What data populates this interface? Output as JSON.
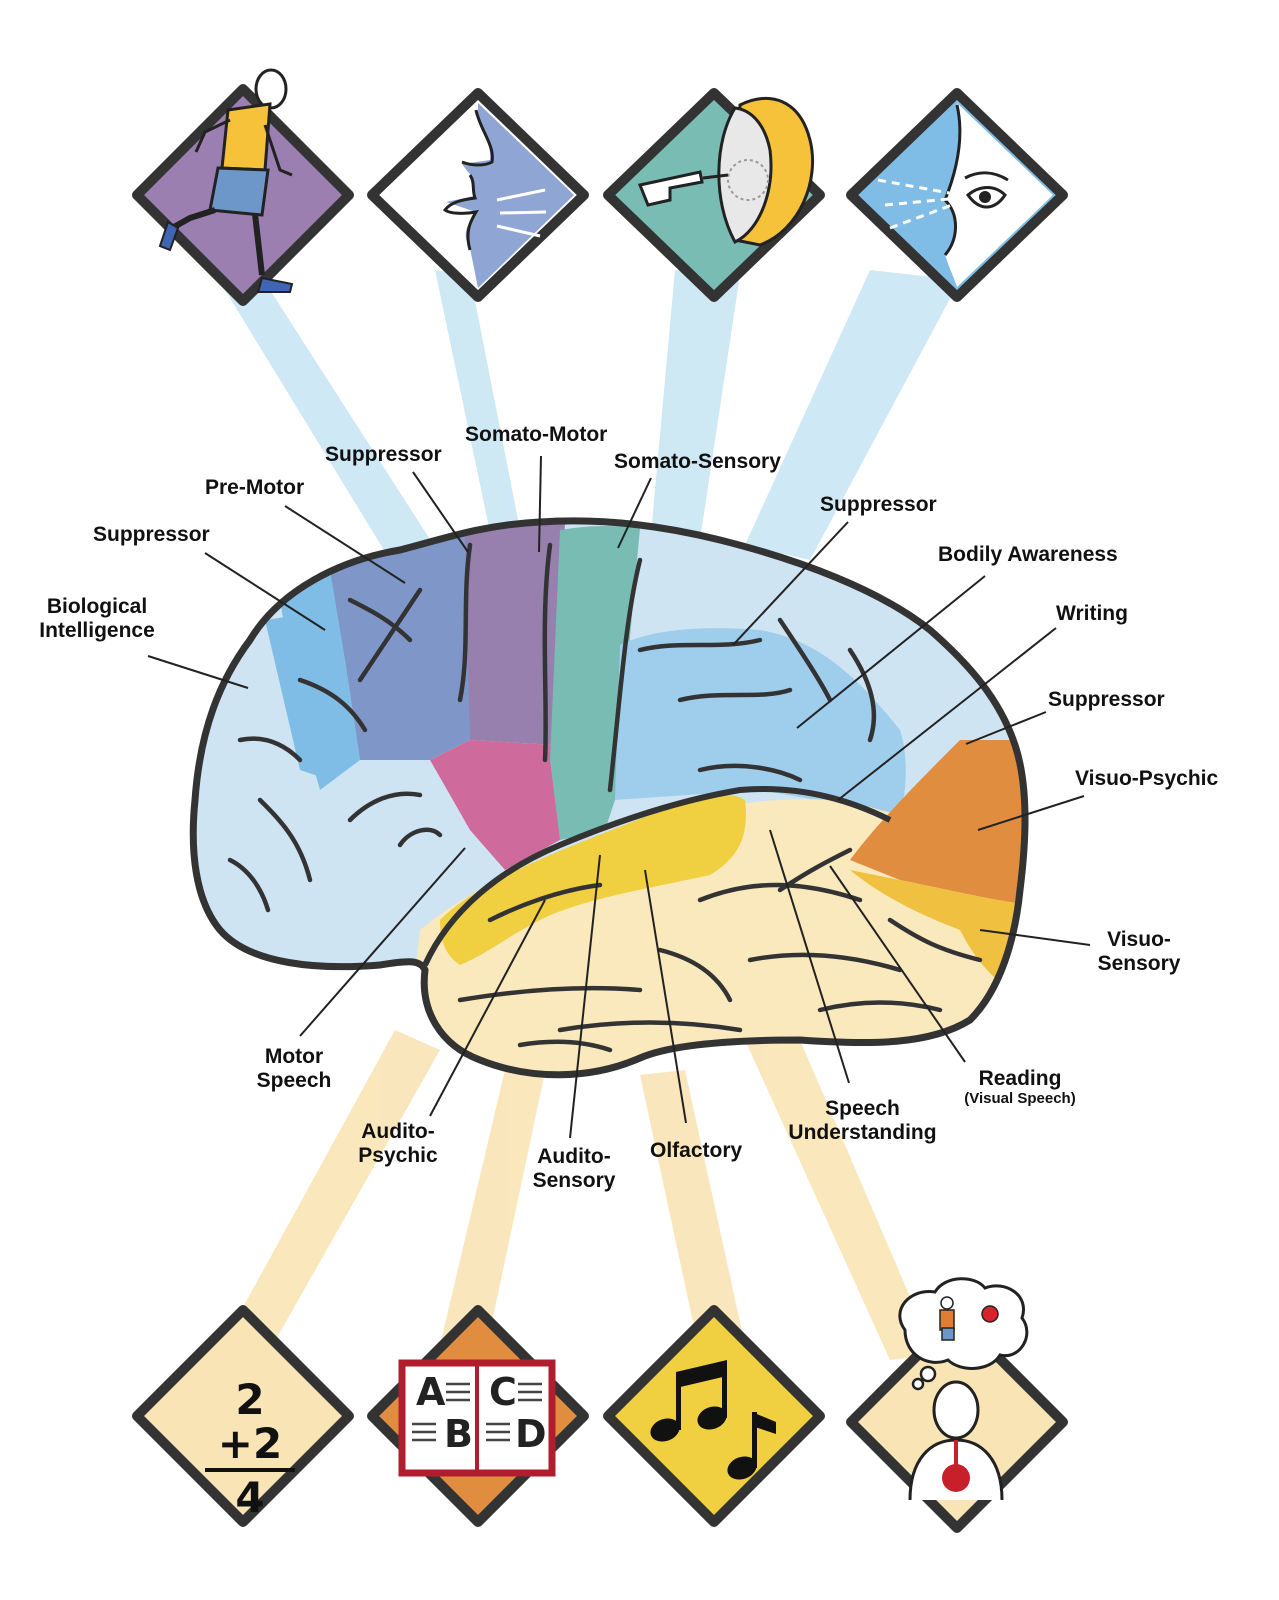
{
  "labels": {
    "somato_motor": "Somato-Motor",
    "suppressor_top": "Suppressor",
    "somato_sensory": "Somato-Sensory",
    "pre_motor": "Pre-Motor",
    "suppressor_left": "Suppressor",
    "biological_intelligence_1": "Biological",
    "biological_intelligence_2": "Intelligence",
    "suppressor_right": "Suppressor",
    "bodily_awareness": "Bodily Awareness",
    "writing": "Writing",
    "suppressor_occipital": "Suppressor",
    "visuo_psychic": "Visuo-Psychic",
    "visuo_sensory_1": "Visuo-",
    "visuo_sensory_2": "Sensory",
    "motor_speech_1": "Motor",
    "motor_speech_2": "Speech",
    "reading": "Reading",
    "reading_sub": "(Visual Speech)",
    "speech_understanding_1": "Speech",
    "speech_understanding_2": "Understanding",
    "audito_psychic_1": "Audito-",
    "audito_psychic_2": "Psychic",
    "audito_sensory_1": "Audito-",
    "audito_sensory_2": "Sensory",
    "olfactory": "Olfactory"
  },
  "icons": {
    "math": {
      "a": "2",
      "b": "+2",
      "sum": "4"
    },
    "book": {
      "letters": [
        "A",
        "B",
        "C",
        "D"
      ]
    }
  },
  "colors": {
    "light_blue": "#cfe4f2",
    "blue": "#7fbde6",
    "periwinkle": "#7f97c8",
    "purple": "#977fae",
    "pink": "#cf6b9c",
    "teal": "#78bcb4",
    "mid_blue": "#9fcdec",
    "yellow": "#f0cf40",
    "cream": "#f9e9bd",
    "orange": "#e08d40",
    "gold": "#f0c040",
    "outline": "#333333"
  }
}
